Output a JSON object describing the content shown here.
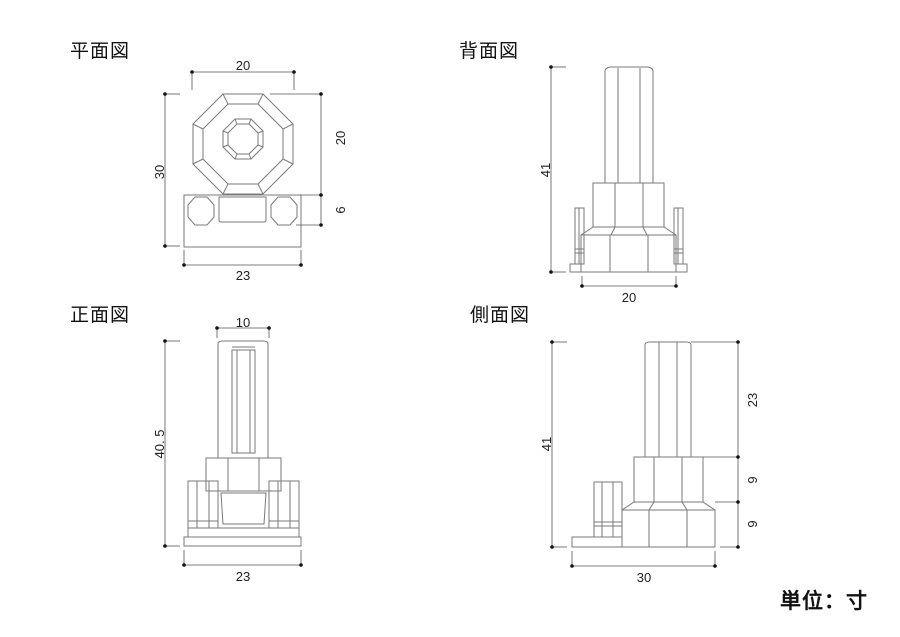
{
  "views": {
    "plan": {
      "title": "平面図",
      "dims": {
        "top_width": "20",
        "total_height": "30",
        "octagon_height": "20",
        "base_depth": "6",
        "base_width": "23"
      }
    },
    "back": {
      "title": "背面図",
      "dims": {
        "height": "41",
        "width": "20"
      }
    },
    "front": {
      "title": "正面図",
      "dims": {
        "shaft_width": "10",
        "height": "40. 5",
        "base_width": "23"
      }
    },
    "side": {
      "title": "側面図",
      "dims": {
        "height": "41",
        "shaft_height": "23",
        "mid_height": "9",
        "bottom_height": "9",
        "base_width": "30"
      }
    }
  },
  "unit_label": "単位：寸",
  "colors": {
    "line": "#777777",
    "dim_line": "#444444",
    "text": "#111111"
  }
}
